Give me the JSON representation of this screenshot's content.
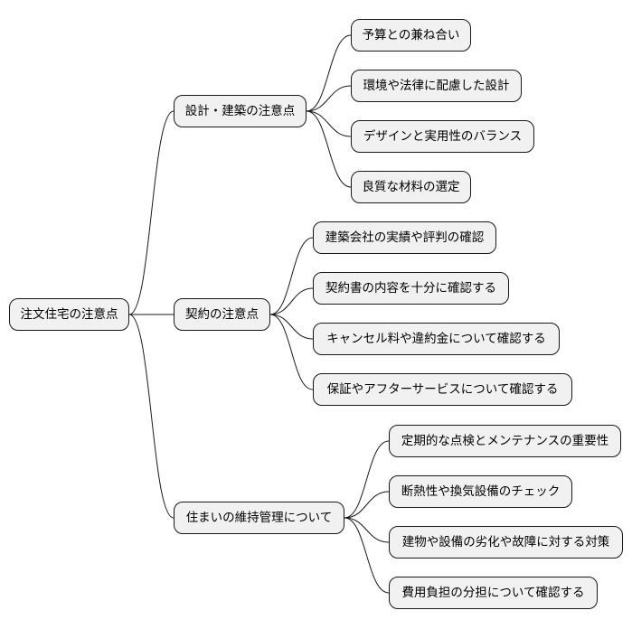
{
  "root": {
    "label": "注文住宅の注意点"
  },
  "branches": [
    {
      "label": "設計・建築の注意点",
      "children": [
        {
          "label": "予算との兼ね合い"
        },
        {
          "label": "環境や法律に配慮した設計"
        },
        {
          "label": "デザインと実用性のバランス"
        },
        {
          "label": "良質な材料の選定"
        }
      ]
    },
    {
      "label": "契約の注意点",
      "children": [
        {
          "label": "建築会社の実績や評判の確認"
        },
        {
          "label": "契約書の内容を十分に確認する"
        },
        {
          "label": "キャンセル料や違約金について確認する"
        },
        {
          "label": "保証やアフターサービスについて確認する"
        }
      ]
    },
    {
      "label": "住まいの維持管理について",
      "children": [
        {
          "label": "定期的な点検とメンテナンスの重要性"
        },
        {
          "label": "断熱性や換気設備のチェック"
        },
        {
          "label": "建物や設備の劣化や故障に対する対策"
        },
        {
          "label": "費用負担の分担について確認する"
        }
      ]
    }
  ]
}
